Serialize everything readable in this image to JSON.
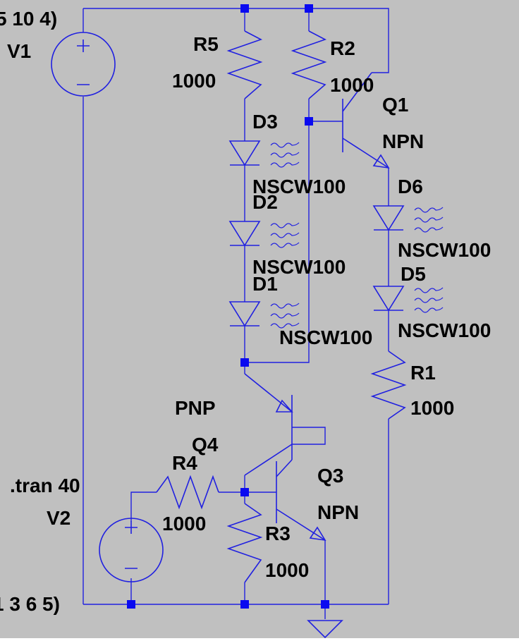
{
  "labels": {
    "v1_spec": "5 10 4)",
    "v1_name": "V1",
    "r5_name": "R5",
    "r5_value": "1000",
    "r2_name": "R2",
    "r2_value": "1000",
    "q1_name": "Q1",
    "q1_type": "NPN",
    "d3_name": "D3",
    "d3_model": "NSCW100",
    "d2_name": "D2",
    "d2_model": "NSCW100",
    "d1_name": "D1",
    "d1_model": "NSCW100",
    "d6_name": "D6",
    "d6_model": "NSCW100",
    "d5_name": "D5",
    "d5_model": "NSCW100",
    "r1_name": "R1",
    "r1_value": "1000",
    "q4_type": "PNP",
    "q4_name": "Q4",
    "r4_name": "R4",
    "r4_value": "1000",
    "tran": ".tran 40",
    "v2_name": "V2",
    "v2_spec": "1 3 6 5)",
    "r3_name": "R3",
    "r3_value": "1000",
    "q3_name": "Q3",
    "q3_type": "NPN"
  },
  "colors": {
    "background": "#c0c0c0",
    "wire": "#2020e0",
    "node": "#0a0af0",
    "text": "#000000"
  }
}
